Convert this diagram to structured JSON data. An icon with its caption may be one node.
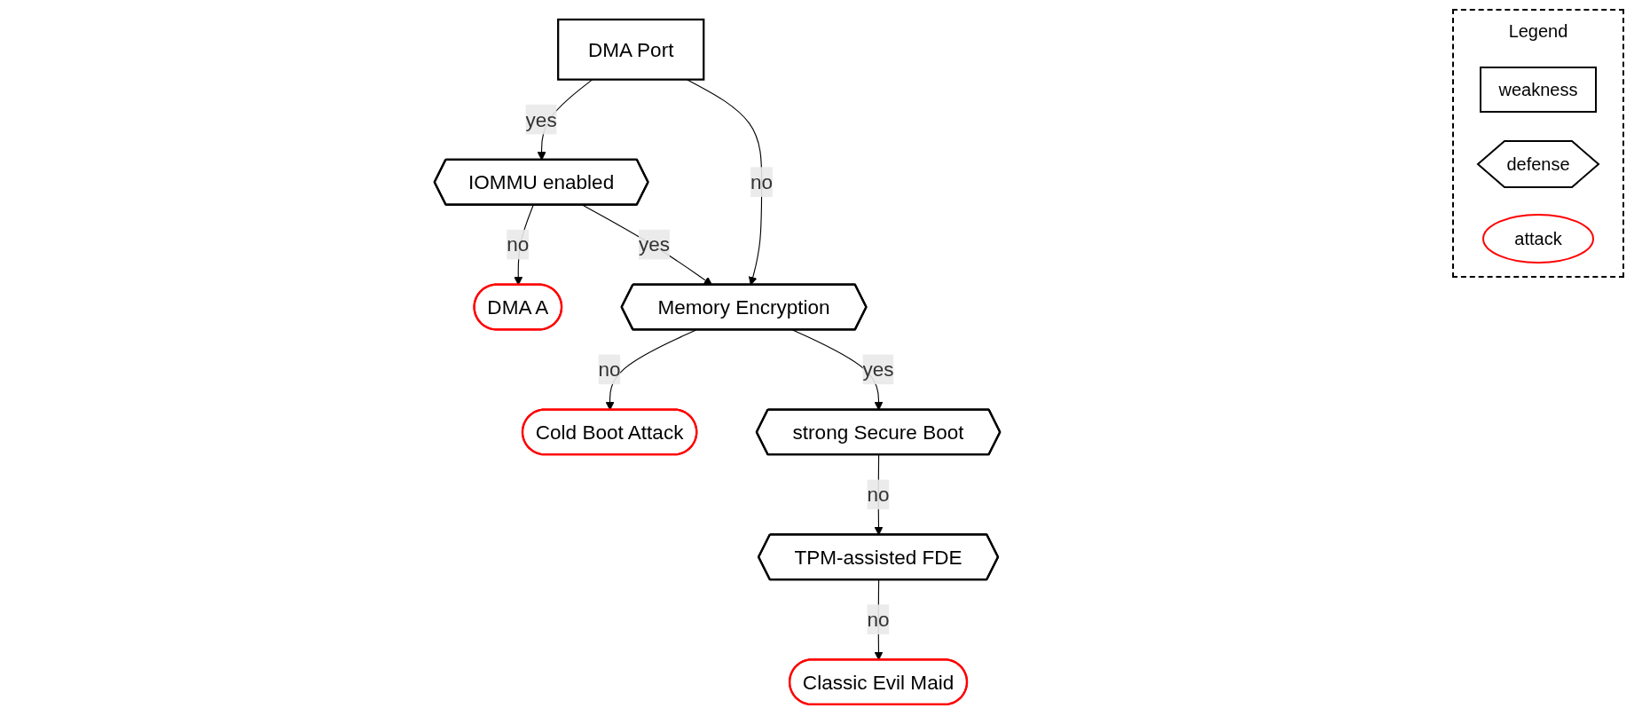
{
  "diagram": {
    "nodes": [
      {
        "text": [
          "DMA Port"
        ]
      },
      {
        "text": [
          "IOMMU enabled"
        ]
      },
      {
        "text": [
          "DMA A"
        ]
      },
      {
        "text": [
          "Memory Encryption"
        ]
      },
      {
        "text": [
          "Cold Boot Attack"
        ]
      },
      {
        "text": [
          "strong Secure Boot"
        ]
      },
      {
        "text": [
          "TPM-assisted FDE"
        ]
      },
      {
        "text": [
          "Classic Evil Maid"
        ]
      }
    ],
    "edges": [
      {
        "from": 0,
        "to": 1,
        "arrow": "to",
        "label": "yes"
      },
      {
        "from": 1,
        "to": 2,
        "arrow": "to",
        "label": "no"
      },
      {
        "from": 0,
        "to": 3,
        "arrow": "to",
        "label": "no"
      },
      {
        "from": 1,
        "to": 3,
        "arrow": "to",
        "label": "yes"
      },
      {
        "from": 3,
        "to": 4,
        "arrow": "to",
        "label": "no"
      },
      {
        "from": 3,
        "to": 5,
        "arrow": "to",
        "label": "yes"
      },
      {
        "from": 5,
        "to": 6,
        "arrow": "to",
        "label": "no"
      },
      {
        "from": 6,
        "to": 7,
        "arrow": "to",
        "label": "no"
      }
    ],
    "labels": [
      "Legend"
    ],
    "legend": [
      {
        "text": "weakness"
      },
      {
        "text": "defense"
      },
      {
        "text": "attack"
      }
    ]
  }
}
